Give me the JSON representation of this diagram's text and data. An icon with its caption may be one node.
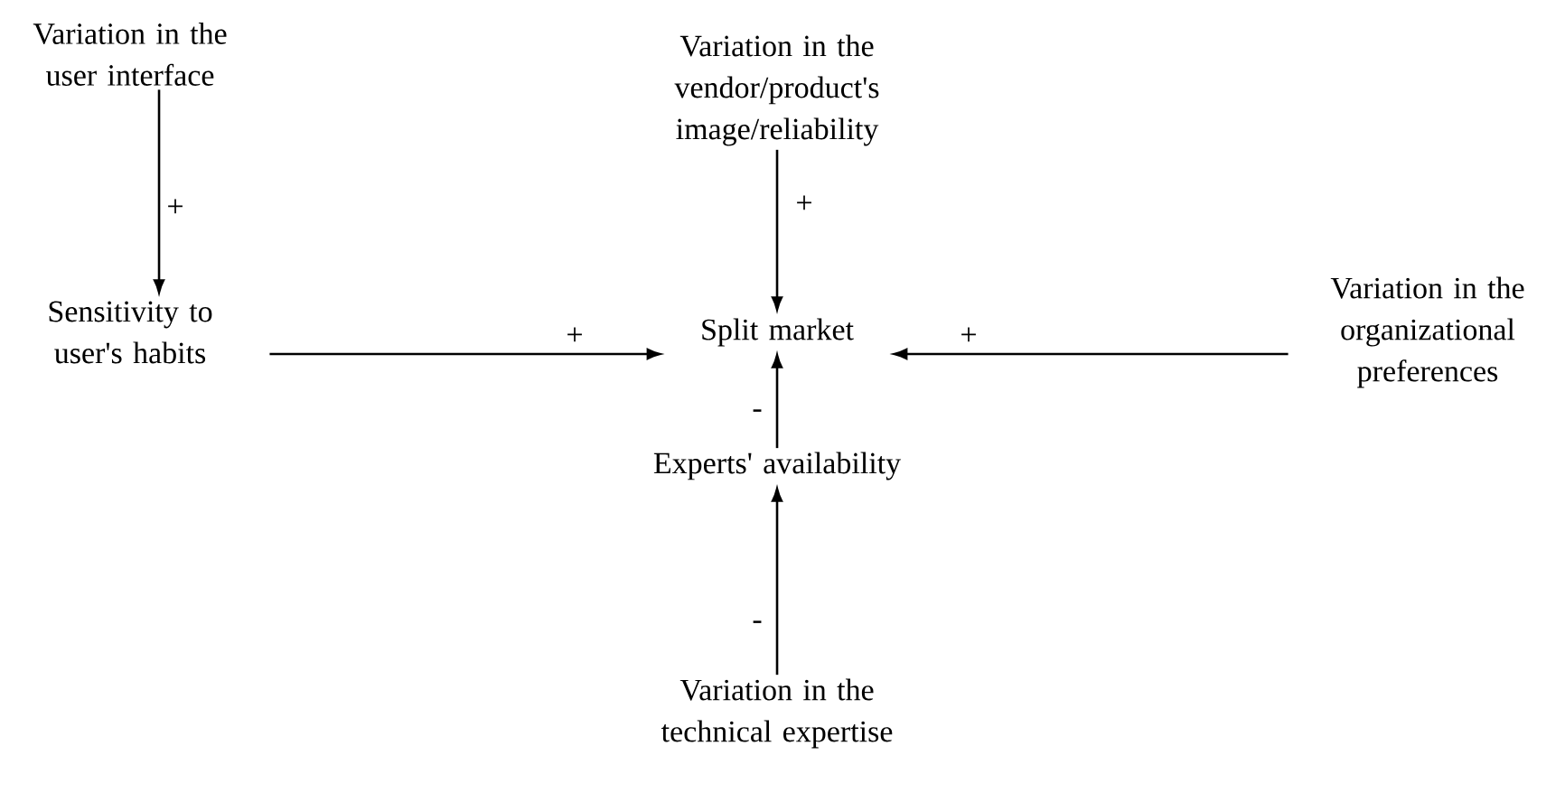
{
  "diagram": {
    "nodes": [
      {
        "text": [
          "Variation in the user interface"
        ]
      },
      {
        "text": [
          "Variation in the vendor/product's image/reliability"
        ]
      },
      {
        "text": [
          "Sensitivity to user's habits"
        ]
      },
      {
        "text": [
          "Split market"
        ]
      },
      {
        "text": [
          "Variation in the organizational preferences"
        ]
      },
      {
        "text": [
          "Experts' availability"
        ]
      },
      {
        "text": [
          "Variation in the technical expertise"
        ]
      }
    ],
    "edges": [
      {
        "from": 0,
        "to": 2,
        "arrow": "to",
        "label": "+"
      },
      {
        "from": 1,
        "to": 3,
        "arrow": "to",
        "label": "+"
      },
      {
        "from": 2,
        "to": 3,
        "arrow": "to",
        "label": "+"
      },
      {
        "from": 4,
        "to": 3,
        "arrow": "to",
        "label": "+"
      },
      {
        "from": 5,
        "to": 3,
        "arrow": "to",
        "label": "-"
      },
      {
        "from": 6,
        "to": 5,
        "arrow": "to",
        "label": "-"
      }
    ]
  }
}
